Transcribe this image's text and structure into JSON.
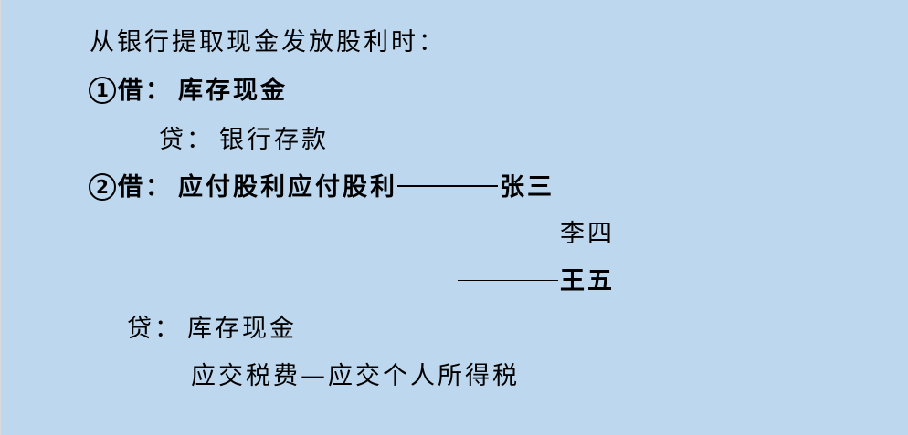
{
  "slide": {
    "background_color": "#bdd7ee",
    "heading": "从银行提取现金发放股利时：",
    "entry1": {
      "number": "1",
      "debit_label": "借：",
      "debit_account": "库存现金",
      "credit_label": "贷：",
      "credit_account": "银行存款"
    },
    "entry2": {
      "number": "2",
      "debit_label": "借：",
      "debit_account": "应付股利应付股利",
      "sub_accounts": [
        "张三",
        "李四",
        "王五"
      ],
      "credit_label": "贷：",
      "credit_account_1": "库存现金",
      "credit_account_2": "应交税费—应交个人所得税"
    }
  }
}
